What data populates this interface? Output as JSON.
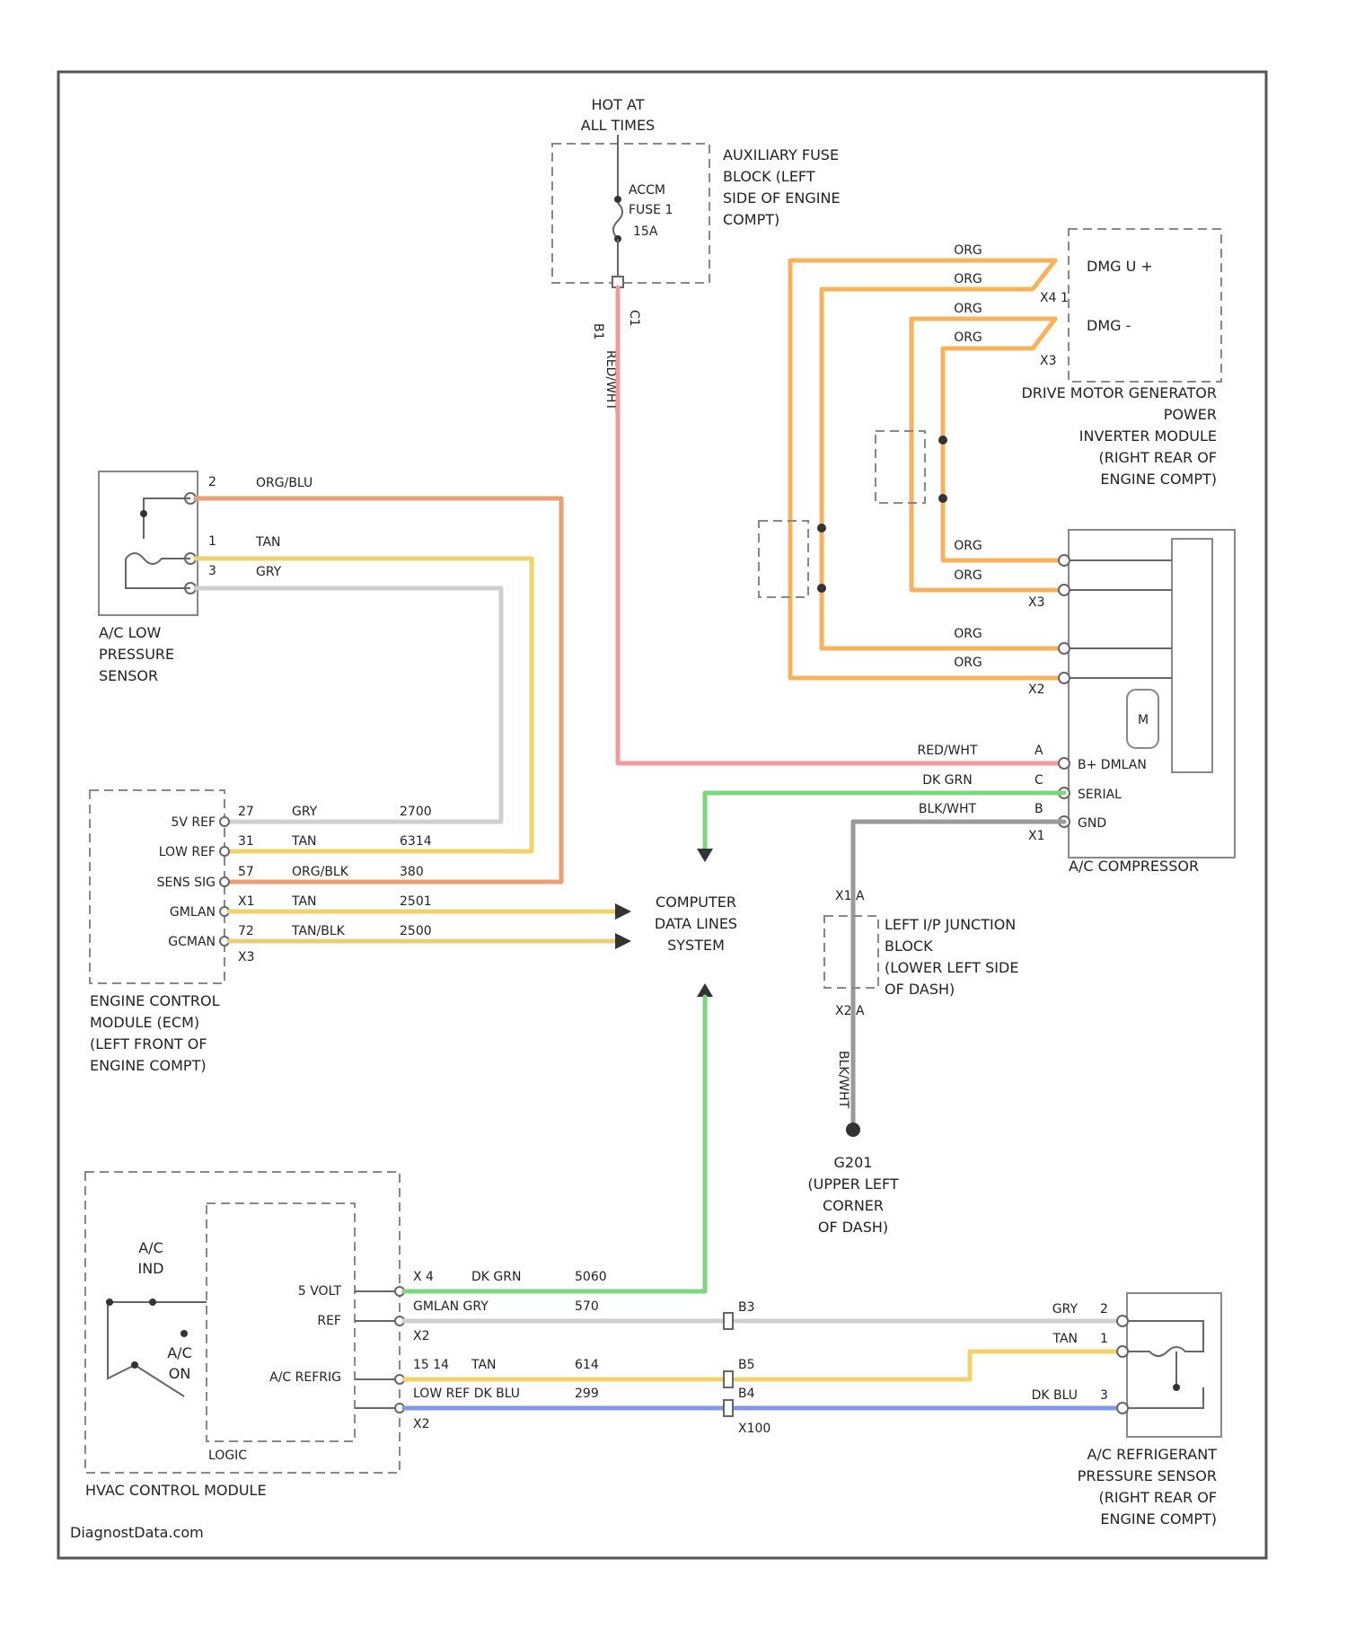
{
  "colors": {
    "ORG": "#f7b35c",
    "RED_WHT": "#f29a9a",
    "ORG_BLU": "#e8a07a",
    "TAN": "#f2d36b",
    "GRY": "#cfcfcf",
    "TAN_BLK": "#e6cf7a",
    "DK_GRN": "#7ed67e",
    "BLK_WHT": "#9a9a9a",
    "DK_BLU": "#7f9ae0"
  },
  "fuse": {
    "hot_label": "HOT AT",
    "hot_label2": "ALL TIMES",
    "fuse_name": "ACCM",
    "fuse_name2": "FUSE 1",
    "fuse_amp": "15A",
    "block_label": [
      "AUXILIARY FUSE",
      "BLOCK (LEFT",
      "SIDE OF ENGINE",
      "COMPT)"
    ],
    "pin_b": "B1",
    "pin_c": "C1",
    "wire_color": "RED/WHT"
  },
  "inverter": {
    "pins": [
      "DMG U +",
      "X4 1",
      "DMG -",
      "X3"
    ],
    "wire_labels": [
      "ORG",
      "ORG",
      "ORG",
      "ORG"
    ],
    "label": [
      "DRIVE MOTOR GENERATOR",
      "POWER",
      "INVERTER MODULE",
      "(RIGHT REAR OF",
      "ENGINE COMPT)"
    ]
  },
  "compressor": {
    "upper_wires": [
      "ORG",
      "ORG"
    ],
    "upper_conn": "X3",
    "lower_wires": [
      "ORG",
      "ORG"
    ],
    "lower_conn": "X2",
    "motor": "M",
    "pins": [
      {
        "num": "A",
        "wire": "RED/WHT",
        "name": "B+ DMLAN"
      },
      {
        "num": "C",
        "wire": "DK GRN",
        "name": "SERIAL"
      },
      {
        "num": "B",
        "wire": "BLK/WHT",
        "name": "GND"
      }
    ],
    "conn": "X1",
    "label": "A/C COMPRESSOR"
  },
  "lowsensor": {
    "pins": [
      {
        "num": "2",
        "wire": "ORG/BLU"
      },
      {
        "num": "1",
        "wire": "TAN"
      },
      {
        "num": "3",
        "wire": "GRY"
      }
    ],
    "label": [
      "A/C LOW",
      "PRESSURE",
      "SENSOR"
    ]
  },
  "ecm": {
    "rows": [
      {
        "name": "5V REF",
        "pin": "27",
        "wire": "GRY",
        "circuit": "2700"
      },
      {
        "name": "LOW REF",
        "pin": "31",
        "wire": "TAN",
        "circuit": "6314"
      },
      {
        "name": "SENS SIG",
        "pin": "57",
        "wire": "ORG/BLK",
        "circuit": "380"
      },
      {
        "name": "GMLAN",
        "pin": "X1",
        "wire": "TAN",
        "circuit": "2501"
      },
      {
        "name": "GCMAN",
        "pin": "72",
        "wire": "TAN/BLK",
        "circuit": "2500"
      }
    ],
    "conn": "X3",
    "label": [
      "ENGINE CONTROL",
      "MODULE (ECM)",
      "(LEFT FRONT OF",
      "ENGINE COMPT)"
    ]
  },
  "datalines": {
    "label": [
      "COMPUTER",
      "DATA LINES",
      "SYSTEM"
    ]
  },
  "junction": {
    "top_pins": "X1 A",
    "bot_pins": "X2 A",
    "label": [
      "LEFT I/P JUNCTION",
      "BLOCK",
      "(LOWER LEFT SIDE",
      "OF DASH)"
    ],
    "wire_color": "BLK/WHT"
  },
  "ground": {
    "label": [
      "G201",
      "(UPPER LEFT",
      "CORNER",
      "OF DASH)"
    ]
  },
  "hvac": {
    "switch_label": [
      "A/C",
      "IND"
    ],
    "switch_label2": [
      "A/C",
      "ON"
    ],
    "io_labels": [
      "5 VOLT",
      "REF",
      "A/C REFRIG",
      ""
    ],
    "logic": "LOGIC",
    "label": "HVAC CONTROL MODULE",
    "rows": [
      {
        "pin": "X 4",
        "wire": "DK GRN",
        "circuit": "5060"
      },
      {
        "pin": "X2",
        "wire": "GMLAN GRY",
        "circuit": "570"
      },
      {
        "pin": "15 14",
        "wire": "TAN",
        "circuit": "614"
      },
      {
        "pin": "X2",
        "wire": "LOW REF DK BLU",
        "circuit": "299"
      }
    ],
    "inline_pins": [
      "B3",
      "B5",
      "B4"
    ],
    "inline_conn": "X100"
  },
  "refrigsensor": {
    "rows": [
      {
        "wire": "GRY",
        "pin": "2"
      },
      {
        "wire": "TAN",
        "pin": "1"
      },
      {
        "wire": "DK BLU",
        "pin": "3"
      }
    ],
    "label": [
      "A/C REFRIGERANT",
      "PRESSURE SENSOR",
      "(RIGHT REAR OF",
      "ENGINE COMPT)"
    ]
  },
  "watermark": "DiagnostData.com"
}
